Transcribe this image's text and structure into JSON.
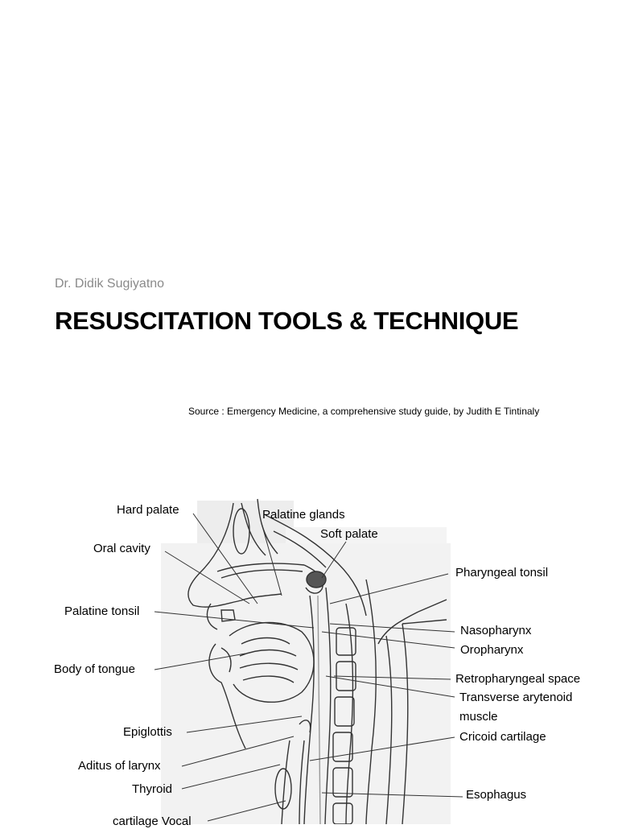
{
  "author": "Dr. Didik Sugiyatno",
  "title": "RESUSCITATION TOOLS & TECHNIQUE",
  "source": "Source : Emergency Medicine, a comprehensive study guide, by Judith E Tintinaly",
  "figure": {
    "labels": {
      "hard_palate": "Hard palate",
      "palatine_glands": "Palatine glands",
      "soft_palate": "Soft palate",
      "oral_cavity": "Oral cavity",
      "pharyngeal_tonsil": "Pharyngeal tonsil",
      "palatine_tonsil": "Palatine tonsil",
      "nasopharynx": "Nasopharynx",
      "oropharynx": "Oropharynx",
      "body_of_tongue": "Body of tongue",
      "retropharyngeal_space": "Retropharyngeal space",
      "transverse_arytenoid_1": "Transverse arytenoid",
      "transverse_arytenoid_2": "muscle",
      "epiglottis": "Epiglottis",
      "cricoid_cartilage": "Cricoid cartilage",
      "aditus_of_larynx": "Aditus of larynx",
      "thyroid": "Thyroid",
      "esophagus": "Esophagus",
      "cartilage_vocal": "cartilage Vocal"
    }
  }
}
